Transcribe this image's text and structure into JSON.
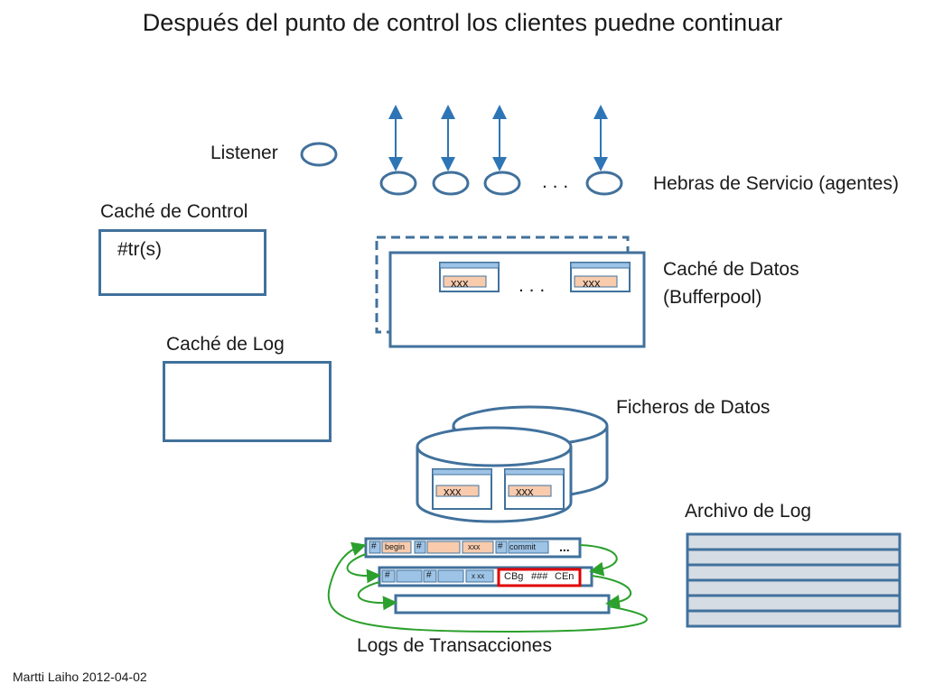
{
  "title": "Después del punto de control los clientes puedne continuar",
  "listener": {
    "label": "Listener"
  },
  "service_threads": {
    "label": "Hebras de Servicio (agentes)",
    "ellipsis": ". . ."
  },
  "control_cache": {
    "label": "Caché de Control",
    "content": "#tr(s)"
  },
  "data_cache": {
    "label_line1": "Caché de Datos",
    "label_line2": "(Bufferpool)",
    "page_value": "xxx",
    "ellipsis": ". . ."
  },
  "log_cache": {
    "label": "Caché de Log"
  },
  "data_files": {
    "label": "Ficheros de Datos",
    "page_value": "xxx"
  },
  "log_archive": {
    "label": "Archivo de Log"
  },
  "transaction_logs": {
    "label": "Logs de Transacciones",
    "row1": {
      "hash": "#",
      "begin": "begin",
      "value": "xxx",
      "commit": "commit",
      "more": "..."
    },
    "row2": {
      "hash": "#",
      "value": "x xx",
      "cbg": "CBg",
      "hashes": "###",
      "cen": "CEn"
    }
  },
  "footer": "Martti Laiho 2012-04-02",
  "colors": {
    "outline": "#41719c",
    "arrow": "#2e75b6",
    "field": "#f8cbad",
    "log_arrow": "#2ca02c",
    "checkpoint": "#e00000",
    "archive_fill": "#d6dce4"
  }
}
